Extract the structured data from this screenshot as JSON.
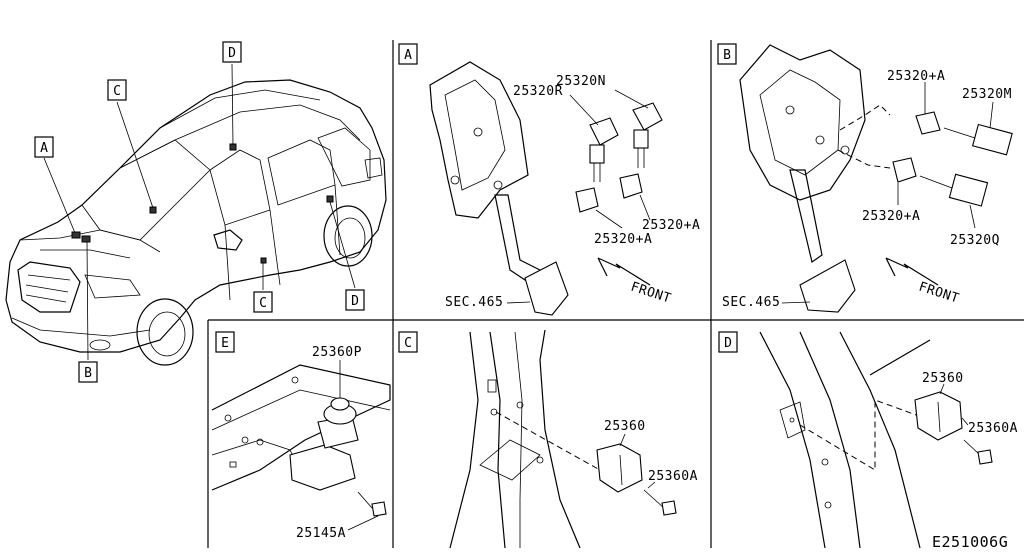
{
  "diagram_code": "E251006G",
  "overview": {
    "callouts": [
      "A",
      "B",
      "C",
      "C",
      "D",
      "D"
    ]
  },
  "panel_a": {
    "letter": "A",
    "labels": [
      "25320N",
      "25320R",
      "25320+A",
      "25320+A",
      "SEC.465"
    ],
    "front": "FRONT"
  },
  "panel_b": {
    "letter": "B",
    "labels": [
      "25320+A",
      "25320M",
      "25320+A",
      "25320Q",
      "SEC.465"
    ],
    "front": "FRONT"
  },
  "panel_e": {
    "letter": "E",
    "labels": [
      "25360P",
      "25145A"
    ]
  },
  "panel_c": {
    "letter": "C",
    "labels": [
      "25360",
      "25360A"
    ]
  },
  "panel_d": {
    "letter": "D",
    "labels": [
      "25360",
      "25360A"
    ]
  }
}
